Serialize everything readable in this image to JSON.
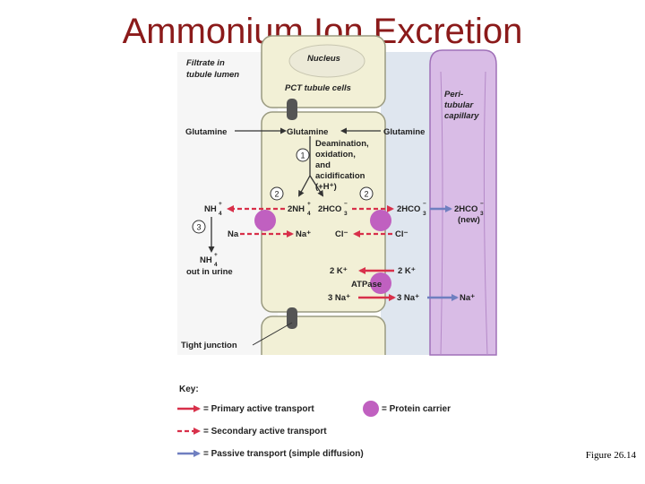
{
  "title": "Ammonium Ion Excretion",
  "caption": "Figure 26.14",
  "colors": {
    "title": "#8b1a1a",
    "primary_active": "#d8304a",
    "secondary_active": "#d8304a",
    "passive": "#6f7fc0",
    "protein_carrier": "#c060c0",
    "cell_fill": "#f2f0d6",
    "lumen_fill": "#f6f6f6",
    "interstitium_fill": "#dfe6ef",
    "capillary_fill": "#d9bce6"
  },
  "regions": {
    "filtrate_line1": "Filtrate in",
    "filtrate_line2": "tubule lumen",
    "nucleus": "Nucleus",
    "pct_cells": "PCT tubule cells",
    "peritubular_line1": "Peri-",
    "peritubular_line2": "tubular",
    "peritubular_line3": "capillary",
    "tight_junction": "Tight junction"
  },
  "molecules": {
    "glutamine_lumen": "Glutamine",
    "glutamine_cell": "Glutamine",
    "glutamine_interstitium": "Glutamine",
    "deamination_line1": "Deamination,",
    "deamination_line2": "oxidation,",
    "deamination_line3": "and",
    "deamination_line4": "acidification",
    "deamination_line5": "(+H⁺)",
    "nh4_lumen": "NH",
    "nh4_cell": "2NH",
    "hco3_cell": "2HCO",
    "hco3_interstitium": "2HCO",
    "hco3_blood": "2HCO",
    "hco3_new": "(new)",
    "na_lumen": "Na",
    "na_cell": "Na⁺",
    "cl_cell": "Cl⁻",
    "cl_interstitium": "Cl⁻",
    "nh4_urine": "NH",
    "out_in_urine": "out in urine",
    "k_cell": "2 K⁺",
    "k_interstitium": "2 K⁺",
    "atpase": "ATPase",
    "na3_cell": "3 Na⁺",
    "na3_interstitium": "3 Na⁺",
    "na_blood": "Na⁺",
    "sub_4": "4",
    "sub_3": "3",
    "sup_plus": "+",
    "sup_minus": "−"
  },
  "steps": [
    "1",
    "2",
    "2",
    "3"
  ],
  "key": {
    "heading": "Key:",
    "primary": "= Primary active transport",
    "secondary": "= Secondary active transport",
    "passive": "= Passive transport (simple diffusion)",
    "carrier": "= Protein carrier"
  }
}
